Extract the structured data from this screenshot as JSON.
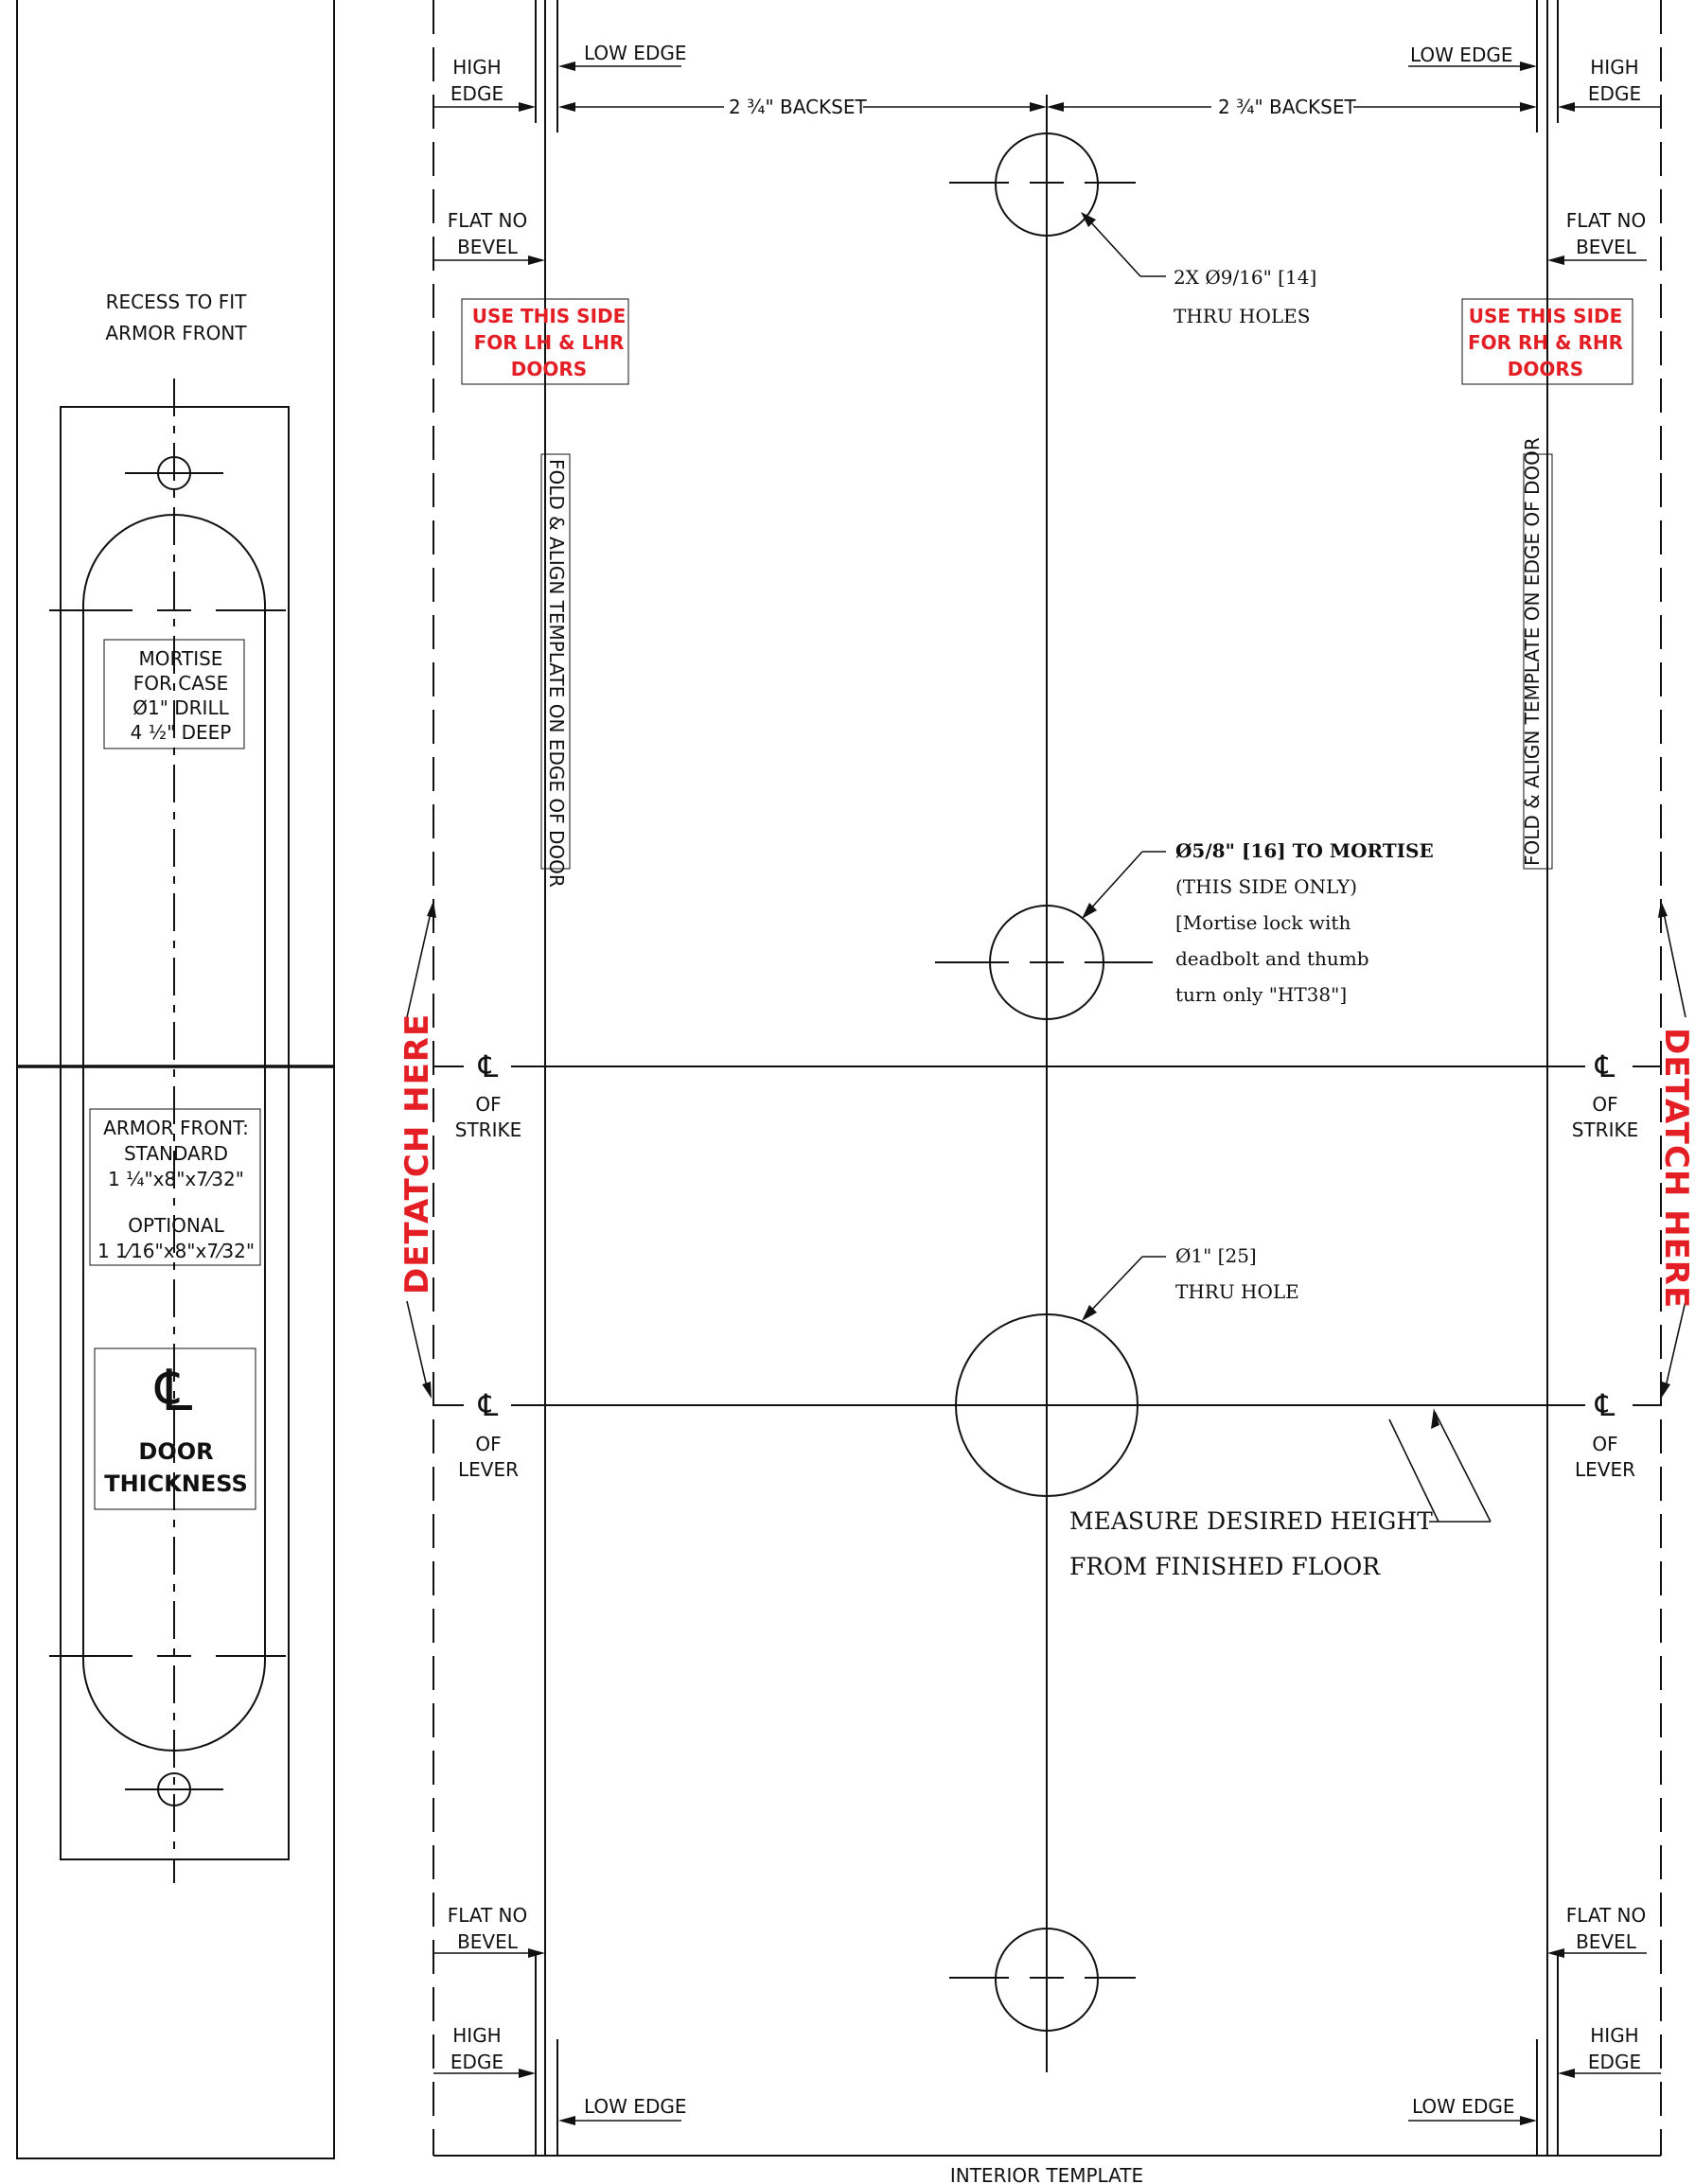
{
  "left_panel": {
    "recess_label": [
      "RECESS TO FIT",
      "ARMOR FRONT"
    ],
    "mortise_label": [
      "MORTISE",
      "FOR CASE",
      "Ø1\" DRILL",
      "4 ½\" DEEP"
    ],
    "armor_front_label": [
      "ARMOR FRONT:",
      "STANDARD",
      "1 ¼\"x8\"x7⁄32\""
    ],
    "optional_label": [
      "OPTIONAL",
      "1 1⁄16\"x8\"x7⁄32\""
    ],
    "centerline_symbol": "℄",
    "door_thickness_label": [
      "DOOR",
      "THICKNESS"
    ]
  },
  "main_template": {
    "high_edge": [
      "HIGH",
      "EDGE"
    ],
    "low_edge": "LOW EDGE",
    "backset": "2 ¾\" BACKSET",
    "flat_no_bevel": [
      "FLAT NO",
      "BEVEL"
    ],
    "left_side_note": [
      "USE THIS SIDE",
      "FOR LH & LHR",
      "DOORS"
    ],
    "right_side_note": [
      "USE THIS SIDE",
      "FOR RH & RHR",
      "DOORS"
    ],
    "fold_align": "FOLD & ALIGN TEMPLATE ON EDGE OF DOOR",
    "thru_holes_note": [
      "2X Ø9/16\" [14]",
      "THRU HOLES"
    ],
    "mortise_hole_note": [
      "Ø5/8\" [16] TO MORTISE",
      "(THIS SIDE ONLY)",
      "[Mortise lock with",
      "deadbolt and thumb",
      "turn only \"HT38\"]"
    ],
    "thru_hole_note": [
      "Ø1\" [25]",
      "THRU HOLE"
    ],
    "centerline_symbol": "℄",
    "of_strike": [
      "OF",
      "STRIKE"
    ],
    "of_lever": [
      "OF",
      "LEVER"
    ],
    "detach_here": "DETATCH HERE",
    "measure_note": [
      "MEASURE DESIRED HEIGHT",
      "FROM FINISHED FLOOR"
    ],
    "footer_title": "INTERIOR TEMPLATE"
  }
}
